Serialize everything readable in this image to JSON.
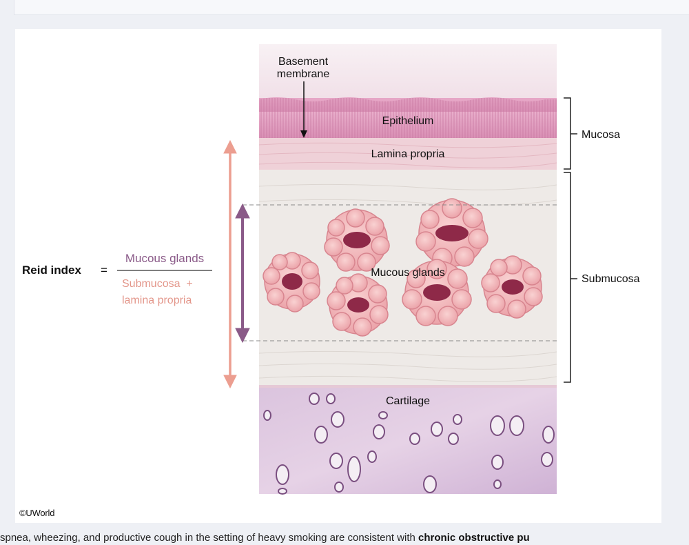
{
  "labels": {
    "basement_membrane_line1": "Basement",
    "basement_membrane_line2": "membrane",
    "epithelium": "Epithelium",
    "lamina_propria": "Lamina propria",
    "mucous_glands": "Mucous glands",
    "cartilage": "Cartilage",
    "mucosa": "Mucosa",
    "submucosa": "Submucosa"
  },
  "formula": {
    "term": "Reid index",
    "equals": "=",
    "numerator": "Mucous glands",
    "denominator_line1": "Submucosa  +",
    "denominator_line2": "lamina propria"
  },
  "credit": "©UWorld",
  "caption": {
    "text": "spnea, wheezing, and productive cough in the setting of heavy smoking are consistent with ",
    "bold": "chronic obstructive pu"
  },
  "colors": {
    "numerator": "#8a5a88",
    "denominator": "#e3968a",
    "gland": "#f2b5b8",
    "lumen": "#8e2948",
    "cartilage_bg": "#d8bfdc",
    "epithelium": "#dc97ba"
  }
}
